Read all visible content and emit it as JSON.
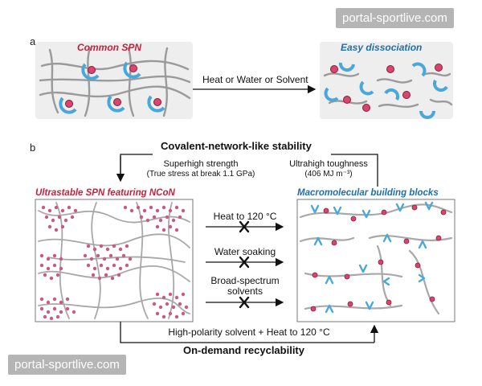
{
  "watermark_top": "portal-sportlive.com",
  "watermark_bottom": "portal-sportlive.com",
  "panel_a": {
    "letter": "a",
    "left_title": "Common SPN",
    "right_title": "Easy dissociation",
    "arrow_label": "Heat or Water or Solvent"
  },
  "panel_b": {
    "letter": "b",
    "top_title": "Covalent-network-like stability",
    "strength_label": "Superhigh strength",
    "strength_detail": "(True stress at break 1.1 GPa)",
    "toughness_label": "Ultrahigh toughness",
    "toughness_detail": "(406 MJ m⁻³)",
    "left_title": "Ultrastable SPN featuring NCoN",
    "right_title": "Macromolecular building blocks",
    "conditions": [
      "Heat to 120 °C",
      "Water soaking",
      "Broad-spectrum solvents"
    ],
    "bottom_label": "High-polarity solvent  +  Heat to 120 °C",
    "bottom_title": "On-demand recyclability"
  },
  "colors": {
    "red_title": "#c8203a",
    "blue_title": "#1f6fae",
    "crescent": "#49a8d8",
    "bead": "#d8456e",
    "chain": "#9a9a9a",
    "panel_bg": "#eeeeee"
  }
}
